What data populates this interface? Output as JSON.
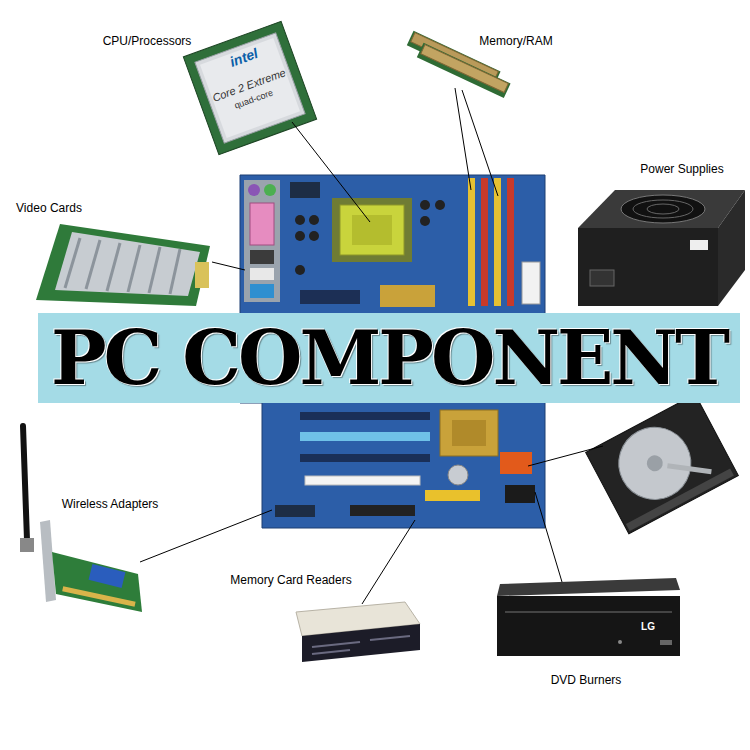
{
  "diagram": {
    "title": "PC COMPONENT",
    "labels": [
      "CPU/Processors",
      "Memory/RAM",
      "Power Supplies",
      "Video Cards",
      "Wireless Adapters",
      "Memory Card Readers",
      "DVD Burners",
      "intel",
      "Core 2 Extreme",
      "quad-core",
      "LG"
    ]
  }
}
